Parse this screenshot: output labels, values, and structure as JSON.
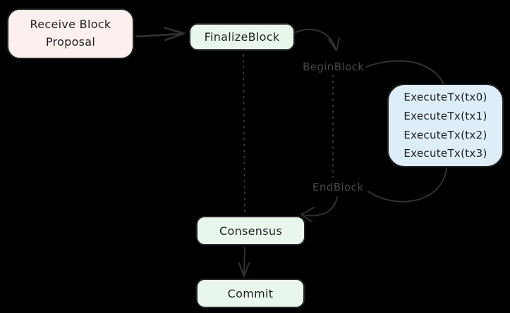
{
  "diagram": {
    "nodes": {
      "receive": {
        "line1": "Receive Block",
        "line2": "Proposal",
        "fill": "#fcf0ee"
      },
      "finalize": {
        "label": "FinalizeBlock",
        "fill": "#e9f6ec"
      },
      "execute": {
        "fill": "#dfedf8",
        "lines": [
          "ExecuteTx(tx0)",
          "ExecuteTx(tx1)",
          "ExecuteTx(tx2)",
          "ExecuteTx(tx3)"
        ]
      },
      "consensus": {
        "label": "Consensus",
        "fill": "#e9f6ec"
      },
      "commit": {
        "label": "Commit",
        "fill": "#e9f6ec"
      }
    },
    "edge_labels": {
      "begin_block": {
        "text": "BeginBlock"
      },
      "end_block": {
        "text": "EndBlock"
      }
    },
    "colors": {
      "background": "#000000",
      "stroke": "#2e3233",
      "dotted": "#373b3d",
      "label": "#45494b",
      "node_border": "#222627",
      "node_text": "#1d2021"
    }
  }
}
